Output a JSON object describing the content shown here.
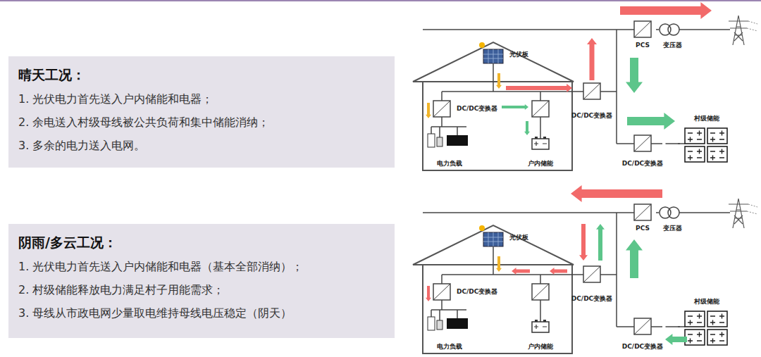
{
  "diagram": {
    "nodes": [
      {
        "text": [
          "晴天工况：",
          "1. 光伏电力首先送入户内储能和电器；",
          "2. 余电送入村级母线被公共负荷和集中储能消纳；",
          "3. 多余的电力送入电网。"
        ]
      },
      {
        "text": [
          "光伏板"
        ]
      },
      {
        "text": [
          "DC/DC变换器"
        ]
      },
      {
        "text": [
          "电力负载"
        ]
      },
      {
        "text": [
          "户内储能"
        ]
      },
      {
        "text": [
          "DC/DC变换器"
        ]
      },
      {
        "text": [
          "PCS"
        ]
      },
      {
        "text": [
          "变压器"
        ]
      },
      {
        "text": [
          "村级储能"
        ]
      },
      {
        "text": [
          "DC/DC变换器"
        ]
      },
      {
        "text": [
          "阴雨/多云工况：",
          "1. 光伏电力首先送入户内储能和电器（基本全部消纳）；",
          "2. 村级储能释放电力满足村子用能需求；",
          "3. 母线从市政电网少量取电维持母线电压稳定（阴天）"
        ]
      },
      {
        "text": [
          "光伏板"
        ]
      },
      {
        "text": [
          "DC/DC变换器"
        ]
      },
      {
        "text": [
          "电力负载"
        ]
      },
      {
        "text": [
          "户内储能"
        ]
      },
      {
        "text": [
          "DC/DC变换器"
        ]
      },
      {
        "text": [
          "PCS"
        ]
      },
      {
        "text": [
          "变压器"
        ]
      },
      {
        "text": [
          "村级储能"
        ]
      },
      {
        "text": [
          "DC/DC变换器"
        ]
      }
    ],
    "edges": [
      {
        "from": 6,
        "to": 7,
        "arrow": "none"
      },
      {
        "from": 9,
        "to": 8,
        "arrow": "none"
      },
      {
        "from": 2,
        "to": 4,
        "arrow": "none"
      },
      {
        "from": 16,
        "to": 17,
        "arrow": "none"
      },
      {
        "from": 19,
        "to": 18,
        "arrow": "none"
      },
      {
        "from": 12,
        "to": 14,
        "arrow": "none"
      }
    ]
  }
}
